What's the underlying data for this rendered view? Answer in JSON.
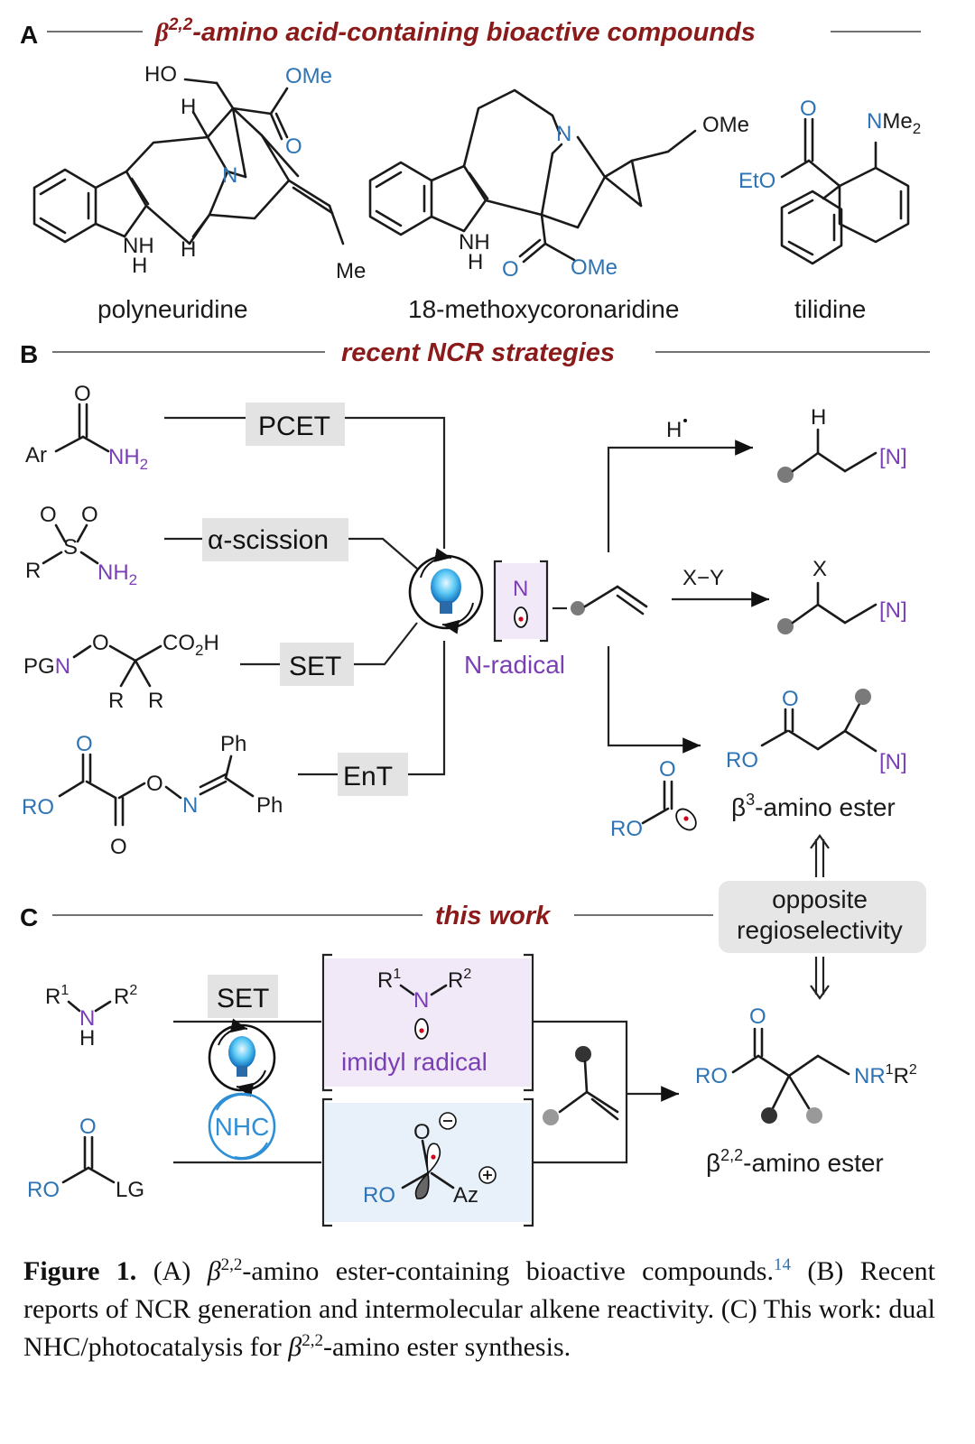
{
  "panelA": {
    "letter": "A",
    "title_beta": "β",
    "title_sup": "2,2",
    "title_rest": "-amino acid-containing bioactive compounds",
    "compounds": [
      "polyneuridine",
      "18-methoxycoronaridine",
      "tilidine"
    ],
    "atoms": {
      "ho": "HO",
      "ome": "OMe",
      "o": "O",
      "n": "N",
      "h": "H",
      "nh": "NH",
      "me": "Me",
      "eto": "EtO",
      "nme2": "NMe",
      "nme2_sub": "2"
    }
  },
  "panelB": {
    "letter": "B",
    "title": "recent NCR strategies",
    "steps": [
      "PCET",
      "α-scission",
      "SET",
      "EnT"
    ],
    "nradical": "N-radical",
    "n_atom": "N",
    "hdot": "H",
    "xy": "X−Y",
    "atoms": {
      "ar": "Ar",
      "nh2": "NH",
      "sub2": "2",
      "o": "O",
      "s": "S",
      "r": "R",
      "pgn": "PG",
      "n": "N",
      "co2h": "CO",
      "co2h_h": "H",
      "ph": "Ph",
      "ro": "RO",
      "h": "H",
      "x": "X",
      "nbr": "[N]"
    },
    "product_label": "-amino ester",
    "product_beta": "β",
    "product_sup": "3"
  },
  "middle": {
    "line1": "opposite",
    "line2": "regioselectivity"
  },
  "panelC": {
    "letter": "C",
    "title": "this work",
    "set": "SET",
    "nhc": "NHC",
    "imidyl": "imidyl radical",
    "atoms": {
      "r1": "R",
      "r2": "R",
      "sup1": "1",
      "sup2": "2",
      "n": "N",
      "h": "H",
      "o": "O",
      "ro": "RO",
      "lg": "LG",
      "az": "Az",
      "nr": "NR"
    },
    "product_beta": "β",
    "product_sup": "2,2",
    "product_label": "-amino ester"
  },
  "caption": {
    "fig": "Figure 1.",
    "a": " (A) ",
    "beta1": "β",
    "sup1": "2,2",
    "a_text": "-amino ester-containing bioactive compounds.",
    "ref": "14",
    "b_text": " (B) Recent reports of NCR generation and intermolecular alkene reactivity. (C) This work: dual NHC/photocatalysis for ",
    "beta2": "β",
    "sup2": "2,2",
    "c_text": "-amino ester synthesis."
  }
}
